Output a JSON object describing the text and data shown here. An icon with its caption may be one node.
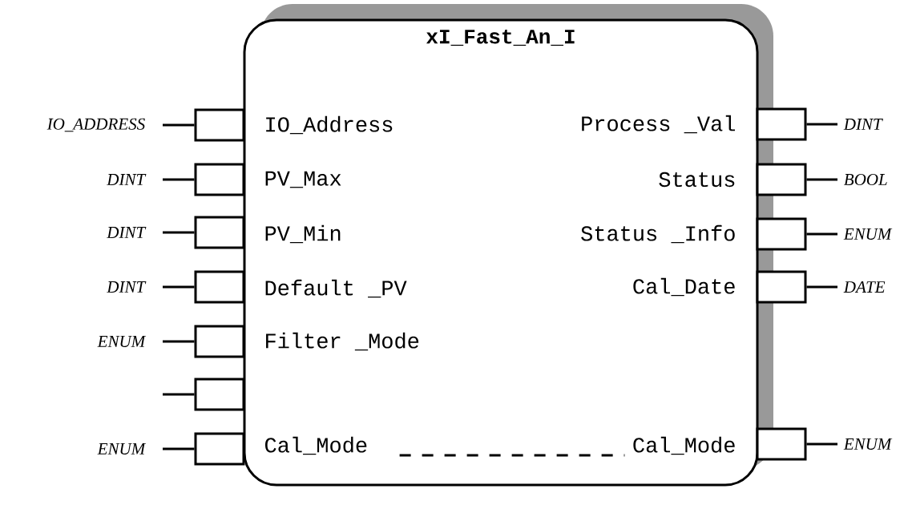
{
  "diagram": {
    "nodes": [
      {
        "text": [
          "xI_Fast_An_I"
        ]
      },
      {
        "text": [],
        "shape": "box",
        "beside": [
          "IO_ADDRESS"
        ]
      },
      {
        "text": [],
        "shape": "box",
        "beside": [
          "DINT"
        ]
      },
      {
        "text": [],
        "shape": "box",
        "beside": [
          "DINT"
        ]
      },
      {
        "text": [],
        "shape": "box",
        "beside": [
          "DINT"
        ]
      },
      {
        "text": [],
        "shape": "box",
        "beside": [
          "ENUM"
        ]
      },
      {
        "text": [],
        "shape": "box"
      },
      {
        "text": [],
        "shape": "box",
        "beside": [
          "ENUM"
        ]
      },
      {
        "text": [
          "IO_Address"
        ],
        "in": 0
      },
      {
        "text": [
          "PV_Max"
        ],
        "in": 0
      },
      {
        "text": [
          "PV_Min"
        ],
        "in": 0
      },
      {
        "text": [
          "Default _PV"
        ],
        "in": 0
      },
      {
        "text": [
          "Filter _Mode"
        ],
        "in": 0
      },
      {
        "text": [
          "Cal_Mode"
        ],
        "in": 0
      },
      {
        "text": [
          "Process _Val"
        ],
        "in": 0
      },
      {
        "text": [
          "Status"
        ],
        "in": 0
      },
      {
        "text": [
          "Status _Info"
        ],
        "in": 0
      },
      {
        "text": [
          "Cal_Date"
        ],
        "in": 0
      },
      {
        "text": [
          "Cal_Mode"
        ],
        "in": 0
      },
      {
        "text": [],
        "shape": "box",
        "beside": [
          "DINT"
        ]
      },
      {
        "text": [],
        "shape": "box",
        "beside": [
          "BOOL"
        ]
      },
      {
        "text": [],
        "shape": "box",
        "beside": [
          "ENUM"
        ]
      },
      {
        "text": [],
        "shape": "box",
        "beside": [
          "DATE"
        ]
      },
      {
        "text": [],
        "shape": "box",
        "beside": [
          "ENUM"
        ]
      }
    ],
    "edges": [
      {
        "from": null,
        "to": 1,
        "arrow": "none"
      },
      {
        "from": null,
        "to": 2,
        "arrow": "none"
      },
      {
        "from": null,
        "to": 3,
        "arrow": "none"
      },
      {
        "from": null,
        "to": 4,
        "arrow": "none"
      },
      {
        "from": null,
        "to": 5,
        "arrow": "none"
      },
      {
        "from": null,
        "to": 6,
        "arrow": "none"
      },
      {
        "from": null,
        "to": 7,
        "arrow": "none"
      },
      {
        "from": 19,
        "to": null,
        "arrow": "none"
      },
      {
        "from": 20,
        "to": null,
        "arrow": "none"
      },
      {
        "from": 21,
        "to": null,
        "arrow": "none"
      },
      {
        "from": 22,
        "to": null,
        "arrow": "none"
      },
      {
        "from": 23,
        "to": null,
        "arrow": "none"
      },
      {
        "from": 13,
        "to": 18,
        "arrow": "none",
        "style": "dashed"
      }
    ]
  }
}
